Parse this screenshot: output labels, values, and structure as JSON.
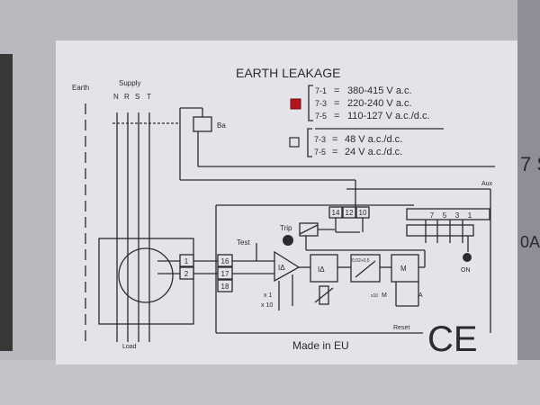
{
  "label": {
    "title": "EARTH LEAKAGE",
    "earth": "Earth",
    "supply": "Supply",
    "phases": [
      "N",
      "R",
      "S",
      "T"
    ],
    "relay": "Ba",
    "voltage_group_1": [
      {
        "code": "7-1",
        "eq": "=",
        "value": "380-415 V a.c."
      },
      {
        "code": "7-3",
        "eq": "=",
        "value": "220-240 V a.c."
      },
      {
        "code": "7-5",
        "eq": "=",
        "value": "110-127 V a.c./d.c."
      }
    ],
    "voltage_group_2": [
      {
        "code": "7-3",
        "eq": "=",
        "value": "48 V a.c./d.c."
      },
      {
        "code": "7-5",
        "eq": "=",
        "value": "24 V a.c./d.c."
      }
    ],
    "aux": "Aux",
    "aux_terminals": [
      "14",
      "12",
      "10"
    ],
    "supply_terminals": [
      "7",
      "5",
      "3",
      "1"
    ],
    "trip": "Trip",
    "test": "Test",
    "on": "ON",
    "ct_terminals": [
      "1",
      "2"
    ],
    "input_terminals": [
      "16",
      "17",
      "18"
    ],
    "amp_label": "IΔ",
    "delay_range": "0,02÷0,5",
    "x1": "x 1",
    "x10": "x 10",
    "x10_small": "x10",
    "m_label": "M",
    "a_label": "A",
    "memory_block": "M",
    "reset": "Reset",
    "load": "Load",
    "made_in": "Made in EU",
    "ce_mark": "CE",
    "background_text": [
      "7 S",
      "0A"
    ],
    "selected_color": "#b0141c"
  }
}
